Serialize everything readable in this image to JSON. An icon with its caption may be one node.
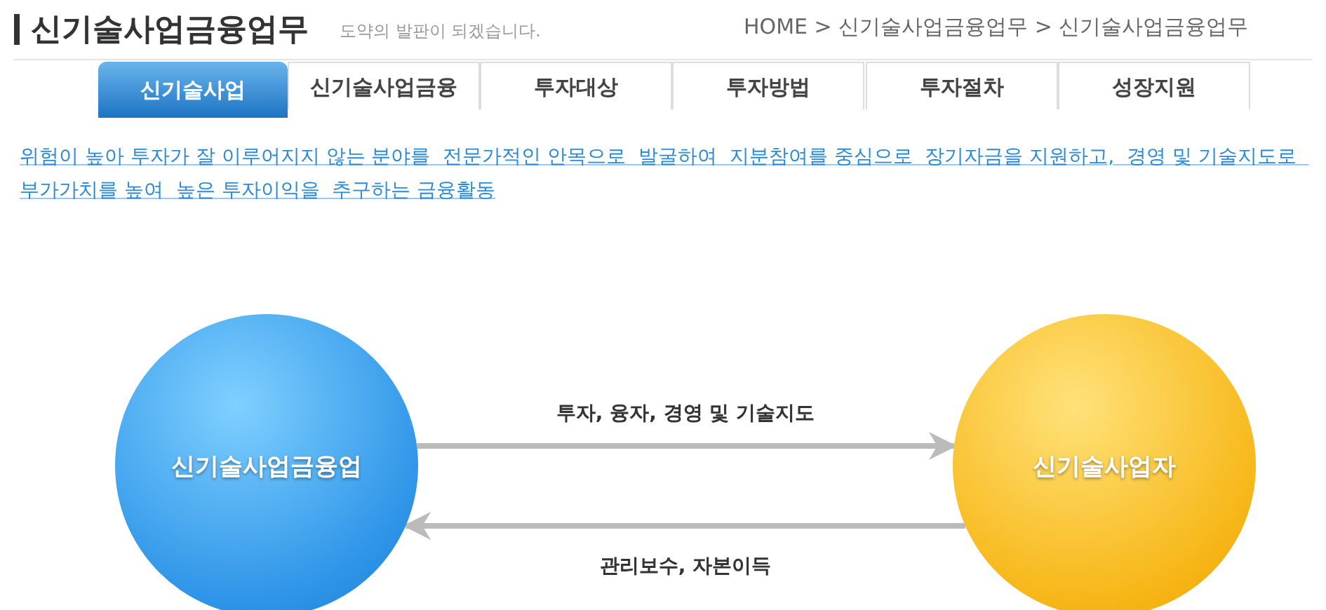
{
  "diagram": {
    "title": "신기술사업금융업무",
    "nodes": [
      {
        "text": [
          "신기술사업금융업"
        ]
      },
      {
        "text": [
          "신기술사업자"
        ]
      }
    ],
    "edges": [
      {
        "from": 0,
        "to": 1,
        "arrow": "to",
        "label": "투자, 융자, 경영 및 기술지도"
      },
      {
        "from": 1,
        "to": 0,
        "arrow": "to",
        "label": "관리보수, 자본이득"
      }
    ],
    "labels": [
      "도약의 발판이 되겠습니다.",
      "HOME > 신기술사업금융업무 > 신기술사업금융업무",
      "신기술사업",
      "신기술사업금융",
      "투자대상",
      "투자방법",
      "투자절차",
      "성장지원",
      "위험이 높아 투자가 잘 이루어지지 않는 분야를  전문가적인 안목으로  발굴하여  지분참여를 중심으로  장기자금을 지원하고,  경영 및 기술지도로  부가가치를 높여  높은 투자이익을  추구하는 금융활동"
    ]
  }
}
